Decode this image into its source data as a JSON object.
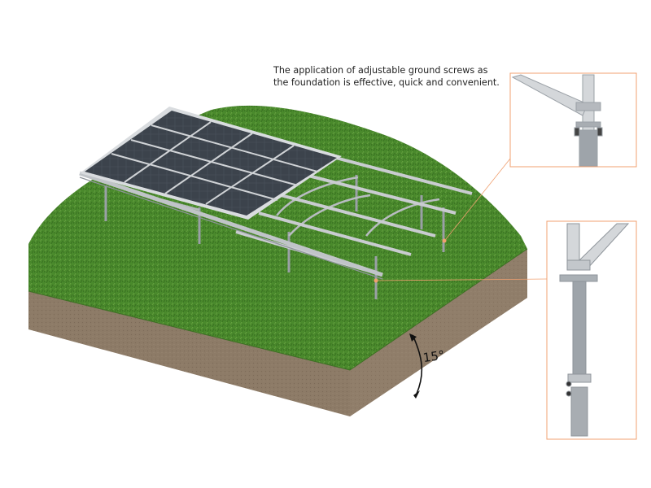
{
  "caption": {
    "line1": "The application of adjustable ground screws as",
    "line2": "the foundation is effective, quick and convenient."
  },
  "slope_angle_label": "15°",
  "colors": {
    "grass": "#4f8a2e",
    "soil": "#8c7a66",
    "panel": "#3a4048",
    "frame": "#c9ccd0",
    "callout": "#f0a070"
  }
}
